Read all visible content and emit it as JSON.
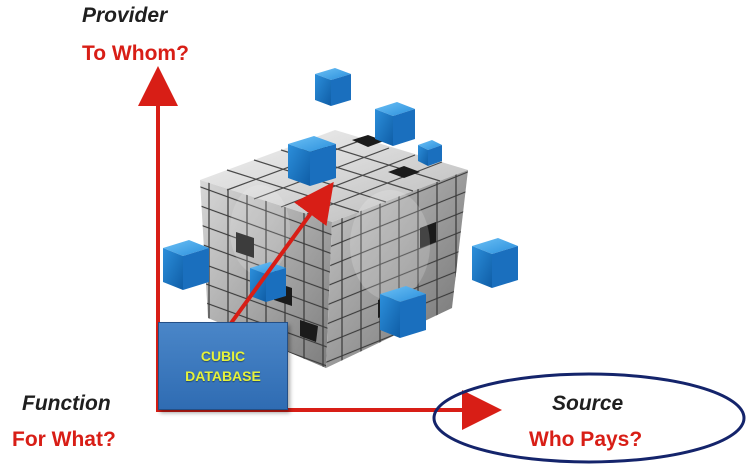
{
  "axes": {
    "vertical": {
      "title": "Provider",
      "question": "To Whom?"
    },
    "horizontal": {
      "title": "Source",
      "question": "Who Pays?"
    },
    "origin": {
      "title": "Function",
      "question": "For What?"
    }
  },
  "center_box": {
    "line1": "CUBIC",
    "line2": "DATABASE"
  },
  "colors": {
    "axis_arrow": "#d81e16",
    "question_text": "#d81e16",
    "box_fill": "#3a78bf",
    "box_text": "#e6f23a",
    "cube_blue": "#1f86d6",
    "ellipse_stroke": "#14246b"
  }
}
